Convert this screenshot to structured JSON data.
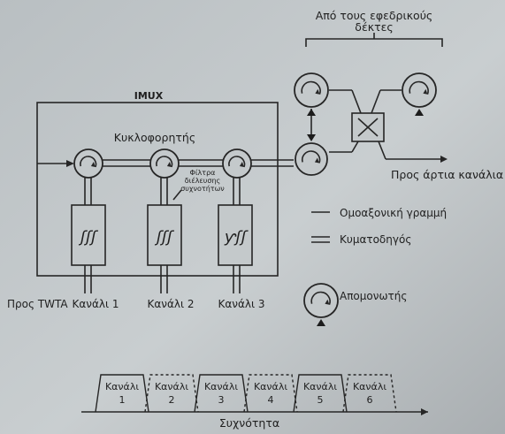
{
  "texts": {
    "spare_receivers": [
      "Από τους εφεδρικούς",
      "δέκτες"
    ],
    "imux": "IMUX",
    "circulator": "Κυκλοφορητής",
    "filters": [
      "Φίλτρα",
      "διέλευσης",
      "συχνοτήτων"
    ],
    "to_even": "Προς άρτια κανάλια",
    "to_twta": "Προς TWTA",
    "ch_outputs": [
      "Κανάλι 1",
      "Κανάλι 2",
      "Κανάλι 3"
    ],
    "filter_symbols": [
      "ʃʃʃ",
      "ʃʃʃ",
      "ƴʃʃ"
    ],
    "frequency": "Συχνότητα"
  },
  "legend": {
    "coax": "Ομοαξονική γραμμή",
    "waveguide": "Κυματοδηγός",
    "isolator": "Απομονωτής"
  },
  "spectrum": [
    {
      "label": "Κανάλι",
      "num": "1"
    },
    {
      "label": "Κανάλι",
      "num": "2"
    },
    {
      "label": "Κανάλι",
      "num": "3"
    },
    {
      "label": "Κανάλι",
      "num": "4"
    },
    {
      "label": "Κανάλι",
      "num": "5"
    },
    {
      "label": "Κανάλι",
      "num": "6"
    }
  ]
}
